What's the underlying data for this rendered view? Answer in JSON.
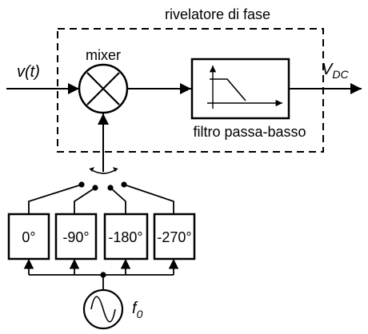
{
  "diagram": {
    "title": "rivelatore di fase",
    "input": {
      "main": "v(t)"
    },
    "output": {
      "main": "V",
      "sub": "DC"
    },
    "mixer_label": "mixer",
    "filter_label": "filtro passa-basso",
    "phase_boxes": [
      "0°",
      "-90°",
      "-180°",
      "-270°"
    ],
    "oscillator": {
      "main": "f",
      "sub": "0"
    },
    "colors": {
      "line": "#000000",
      "filter_fill": "#ffffff"
    },
    "icons": [
      "mixer-multiply-icon",
      "lowpass-response-icon",
      "sine-wave-icon",
      "rotary-switch-icon"
    ]
  }
}
